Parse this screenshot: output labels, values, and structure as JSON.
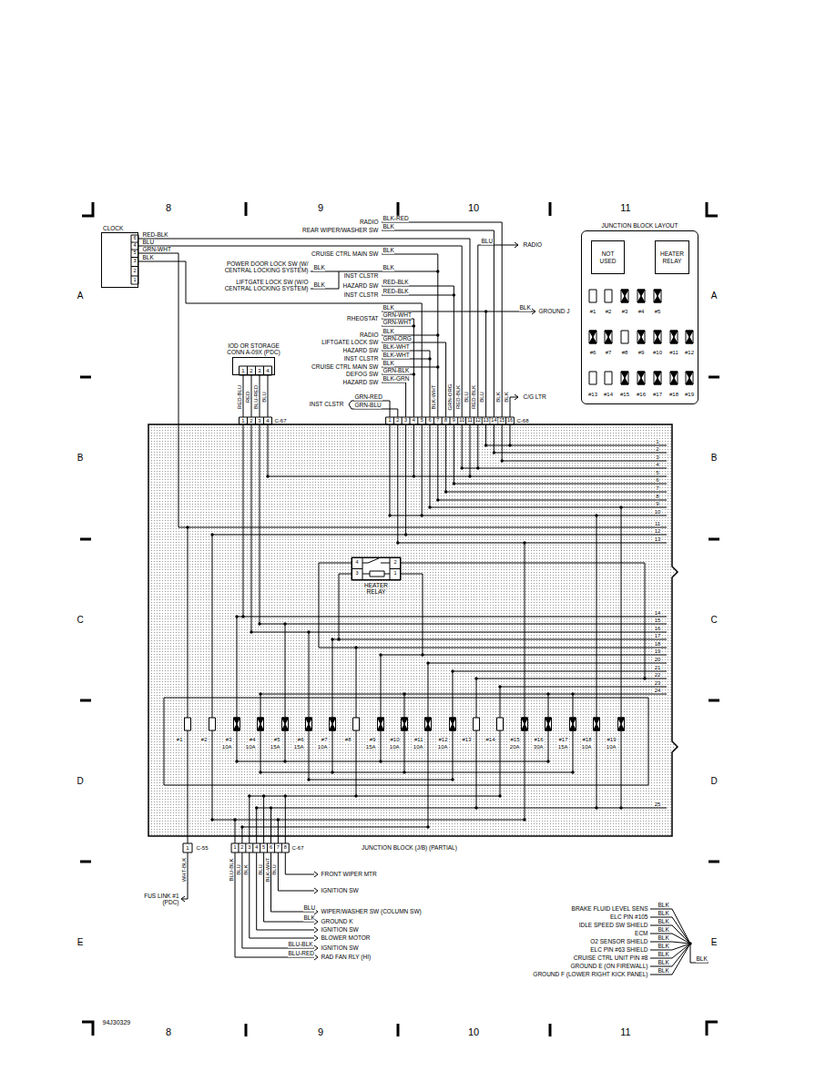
{
  "diagram": {
    "nodes": [
      {
        "text": [
          "CLOCK"
        ]
      },
      {
        "text": [
          "IOD OR STORAGE CONN A-09X (PDC)"
        ]
      },
      {
        "text": [
          "JUNCTION BLOCK LAYOUT"
        ]
      },
      {
        "text": [
          "NOT USED"
        ],
        "in": 2
      },
      {
        "text": [
          "HEATER RELAY"
        ],
        "in": 2
      },
      {
        "text": [
          "JUNCTION BLOCK (J/B) (PARTIAL)"
        ]
      },
      {
        "text": [
          "HEATER RELAY"
        ],
        "in": 5
      }
    ],
    "edges": [
      {
        "from": 0,
        "to": 5,
        "arrow": "none"
      },
      {
        "from": 1,
        "to": 5,
        "arrow": "none"
      }
    ],
    "labels": [
      "8",
      "9",
      "10",
      "11",
      "A",
      "B",
      "C",
      "D",
      "E",
      "A",
      "B",
      "C",
      "D",
      "E",
      "8",
      "9",
      "10",
      "11",
      "94J30329",
      "6",
      "4",
      "5",
      "3",
      "2",
      "1",
      "RED-BLK",
      "BLU",
      "GRN-WHT",
      "BLK",
      "RADIO",
      "BLK-RED",
      "REAR WIPER/WASHER SW",
      "BLK",
      "BLU",
      "RADIO",
      "CRUISE CTRL MAIN SW",
      "BLK",
      "POWER DOOR LOCK SW (W/ CENTRAL LOCKING SYSTEM)",
      "BLK",
      "INST CLSTR",
      "BLK",
      "LIFTGATE LOCK SW (W/O CENTRAL LOCKING SYSTEM)",
      "BLK",
      "HAZARD SW",
      "RED-BLK",
      "INST CLSTR",
      "RED-BLK",
      "BLK",
      "GROUND J",
      "BLK",
      "RHEOSTAT",
      "GRN-WHT",
      "GRN-WHT",
      "RADIO",
      "BLK",
      "LIFTGATE LOCK SW",
      "GRN-ORG",
      "HAZARD SW",
      "BLK-WHT",
      "INST CLSTR",
      "BLK-WHT",
      "CRUISE CTRL MAIN SW",
      "BLK",
      "DEFOG SW",
      "GRN-BLK",
      "HAZARD SW",
      "BLK-GRN",
      "C/G LTR",
      "INST CLSTR",
      "GRN-RED",
      "GRN-BLU",
      "1",
      "2",
      "3",
      "4",
      "RED-BLU",
      "RED",
      "BLU-RED",
      "BLU",
      "1",
      "2",
      "3",
      "4",
      "C-67",
      "1",
      "2",
      "3",
      "4",
      "5",
      "6",
      "7",
      "8",
      "9",
      "10",
      "11",
      "12",
      "13",
      "14",
      "15",
      "16",
      "C-68",
      "BLK-WHT",
      "GRN-ORG",
      "RED-BLK",
      "BLU",
      "RED-BLK",
      "BLU",
      "BLK",
      "BLK",
      "1",
      "2",
      "3",
      "4",
      "5",
      "6",
      "7",
      "8",
      "9",
      "10",
      "11",
      "12",
      "13",
      "14",
      "15",
      "16",
      "17",
      "18",
      "19",
      "20",
      "21",
      "22",
      "23",
      "24",
      "25",
      "4",
      "3",
      "2",
      "1",
      "#1",
      "#2",
      "#3",
      "10A",
      "#4",
      "10A",
      "#5",
      "15A",
      "#6",
      "15A",
      "#7",
      "10A",
      "#8",
      "#9",
      "15A",
      "#10",
      "10A",
      "#11",
      "10A",
      "#12",
      "10A",
      "#13",
      "#14",
      "#15",
      "20A",
      "#16",
      "30A",
      "#17",
      "15A",
      "#18",
      "10A",
      "#19",
      "10A",
      "#1",
      "#2",
      "#3",
      "#4",
      "#5",
      "#6",
      "#7",
      "#8",
      "#9",
      "#10",
      "#11",
      "#12",
      "#13",
      "#14",
      "#15",
      "#16",
      "#17",
      "#18",
      "#19",
      "1",
      "C-55",
      "1",
      "2",
      "3",
      "4",
      "5",
      "6",
      "7",
      "8",
      "C-67",
      "WHT-BLK",
      "BLU-BLK",
      "BLU",
      "BLK",
      "BLU",
      "BLK-WHT",
      "BLU",
      "FRONT WIPER MTR",
      "IGNITION SW",
      "BLU",
      "WIPER/WASHER SW (COLUMN SW)",
      "BLK",
      "GROUND K",
      "IGNITION SW",
      "BLOWER MOTOR",
      "BLU-BLK",
      "IGNITION SW",
      "BLU-RED",
      "RAD FAN RLY (HI)",
      "FUS LINK #1 (PDC)",
      "BRAKE FLUID LEVEL SENS",
      "BLK",
      "ELC PIN #105",
      "BLK",
      "IDLE SPEED SW SHIELD",
      "BLK",
      "ECM",
      "BLK",
      "O2 SENSOR SHIELD",
      "BLK",
      "ELC PIN #63 SHIELD",
      "BLK",
      "CRUISE CTRL UNIT PIN #8",
      "BLK",
      "GROUND E (ON FIREWALL)",
      "BLK",
      "GROUND F (LOWER RIGHT KICK PANEL)",
      "BLK",
      "BLK"
    ]
  }
}
